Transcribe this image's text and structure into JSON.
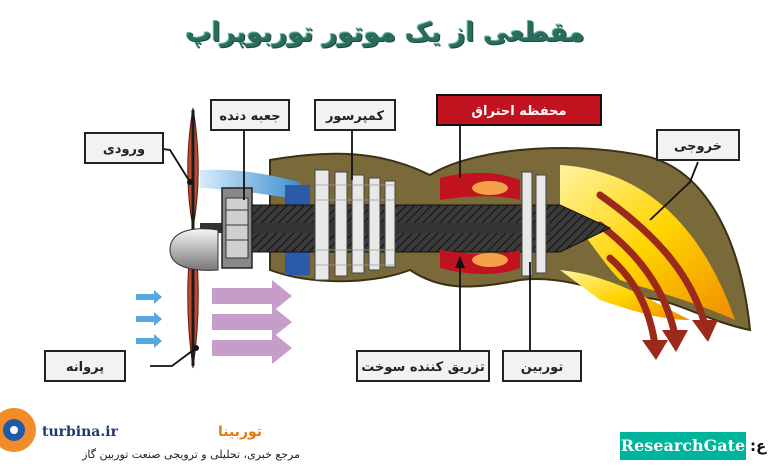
{
  "title": "مقطعی از یک موتور توربوپراپ",
  "labels": {
    "gearbox": "جعبه دنده",
    "compressor": "کمپرسور",
    "combustion": "محفظه احتراق",
    "inlet": "ورودی",
    "exhaust": "خروجی",
    "propeller": "پروانه",
    "fuel_injector": "تزریق کننده سوخت",
    "turbine": "توربین"
  },
  "footer": {
    "site_name": "توربینا",
    "site_url": "turbina.ir",
    "site_desc": "مرجع خبری، تحلیلی و ترویجی صنعت توربین گاز",
    "researchgate": "ResearchGate",
    "source_prefix": "ع:"
  },
  "colors": {
    "title": "#2a6d5e",
    "casing": "#7a6a3a",
    "combustion_label": "#c1121f",
    "exhaust": "#f4d000",
    "airflow_blue": "#57a8e0",
    "airflow_purple": "#c69cc9",
    "researchgate": "#00b39b"
  }
}
